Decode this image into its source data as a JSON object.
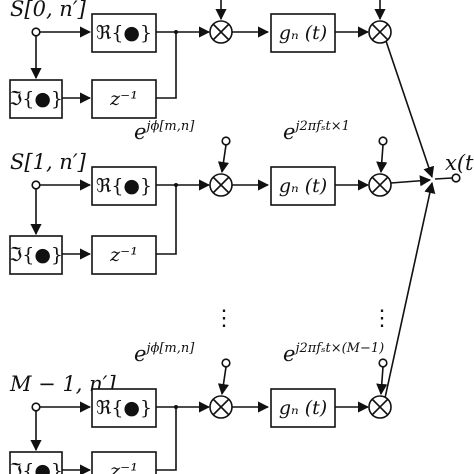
{
  "inputs": [
    "S[0, n′]",
    "S[1, n′]",
    "M − 1, n′]"
  ],
  "output_label": "x(t",
  "blocks": {
    "real": "ℜ{●}",
    "imag": "ℑ{●}",
    "delay": "z⁻¹",
    "pulse": "gₙ (t)"
  },
  "phase_labels": [
    "e^{jϕ[m,n]}",
    "e^{jϕ[m,n]}"
  ],
  "carrier_labels": [
    "e^{j2πfₛt×1}",
    "e^{j2πfₛt×(M−1)}"
  ],
  "ellipsis": "⋮",
  "colors": {
    "stroke": "#111111",
    "background": "#ffffff"
  }
}
